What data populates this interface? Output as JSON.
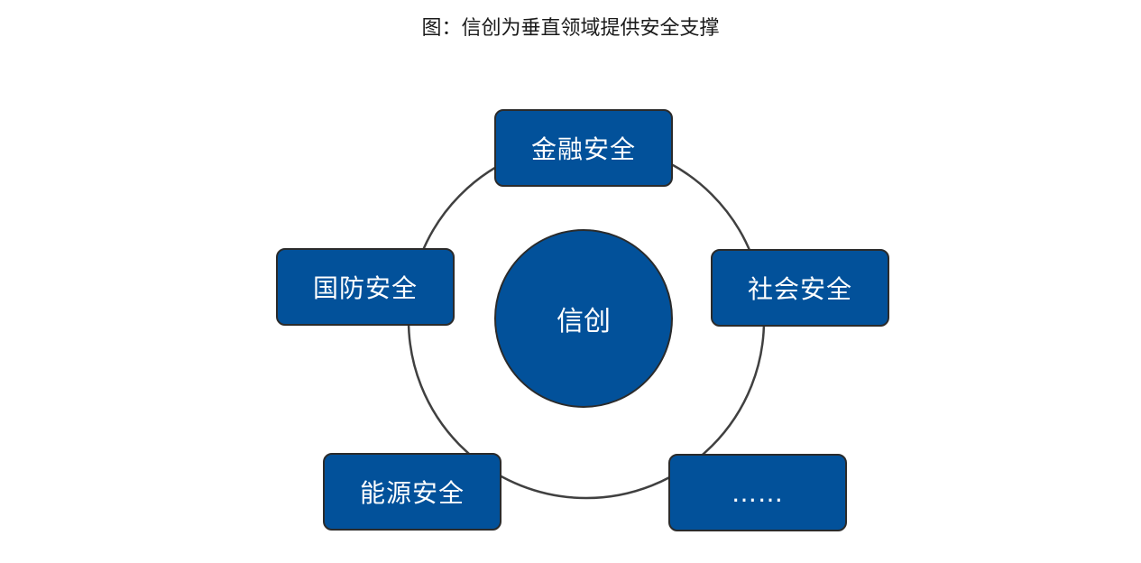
{
  "title": "图：信创为垂直领域提供安全支撑",
  "colors": {
    "node_fill": "#02519A",
    "node_stroke": "#2B2B2B",
    "ring_stroke": "#404040"
  },
  "center": {
    "label": "信创"
  },
  "nodes": [
    {
      "label": "金融安全"
    },
    {
      "label": "社会安全"
    },
    {
      "label": "……"
    },
    {
      "label": "能源安全"
    },
    {
      "label": "国防安全"
    }
  ]
}
